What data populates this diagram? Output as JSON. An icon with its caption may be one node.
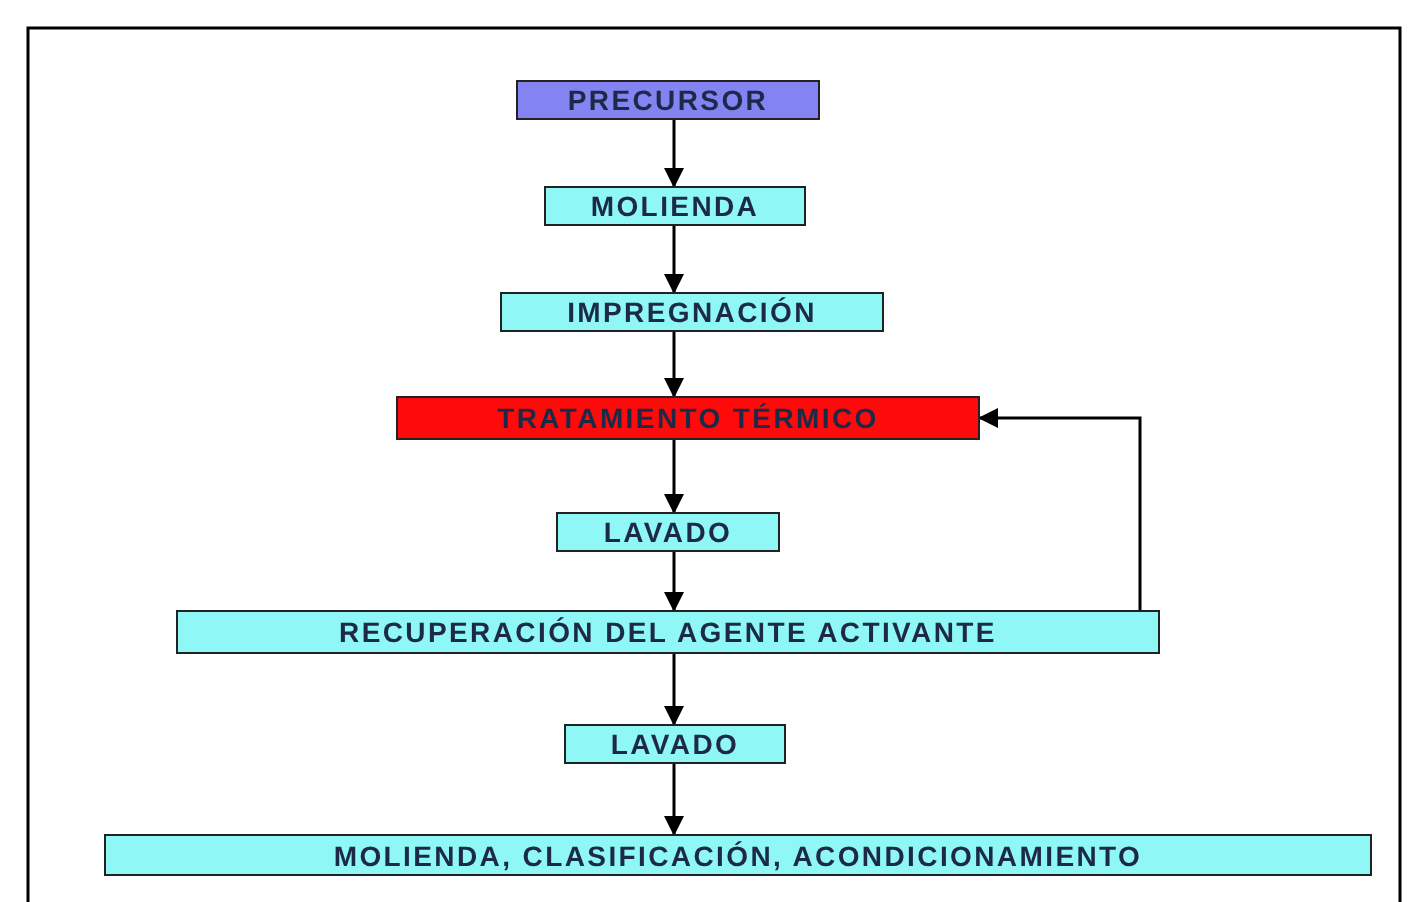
{
  "diagram": {
    "nodes": [
      {
        "text": [
          "PRECURSOR"
        ]
      },
      {
        "text": [
          "MOLIENDA"
        ]
      },
      {
        "text": [
          "IMPREGNACIÓN"
        ]
      },
      {
        "text": [
          "TRATAMIENTO TÉRMICO"
        ]
      },
      {
        "text": [
          "LAVADO"
        ]
      },
      {
        "text": [
          "RECUPERACIÓN DEL AGENTE ACTIVANTE"
        ]
      },
      {
        "text": [
          "LAVADO"
        ]
      },
      {
        "text": [
          "MOLIENDA, CLASIFICACIÓN, ACONDICIONAMIENTO"
        ]
      }
    ],
    "edges": [
      {
        "from": 0,
        "to": 1,
        "arrow": "to"
      },
      {
        "from": 1,
        "to": 2,
        "arrow": "to"
      },
      {
        "from": 2,
        "to": 3,
        "arrow": "to"
      },
      {
        "from": 3,
        "to": 4,
        "arrow": "to"
      },
      {
        "from": 4,
        "to": 5,
        "arrow": "to"
      },
      {
        "from": 5,
        "to": 6,
        "arrow": "to"
      },
      {
        "from": 6,
        "to": 7,
        "arrow": "to"
      },
      {
        "from": 5,
        "to": 3,
        "arrow": "to"
      }
    ]
  }
}
